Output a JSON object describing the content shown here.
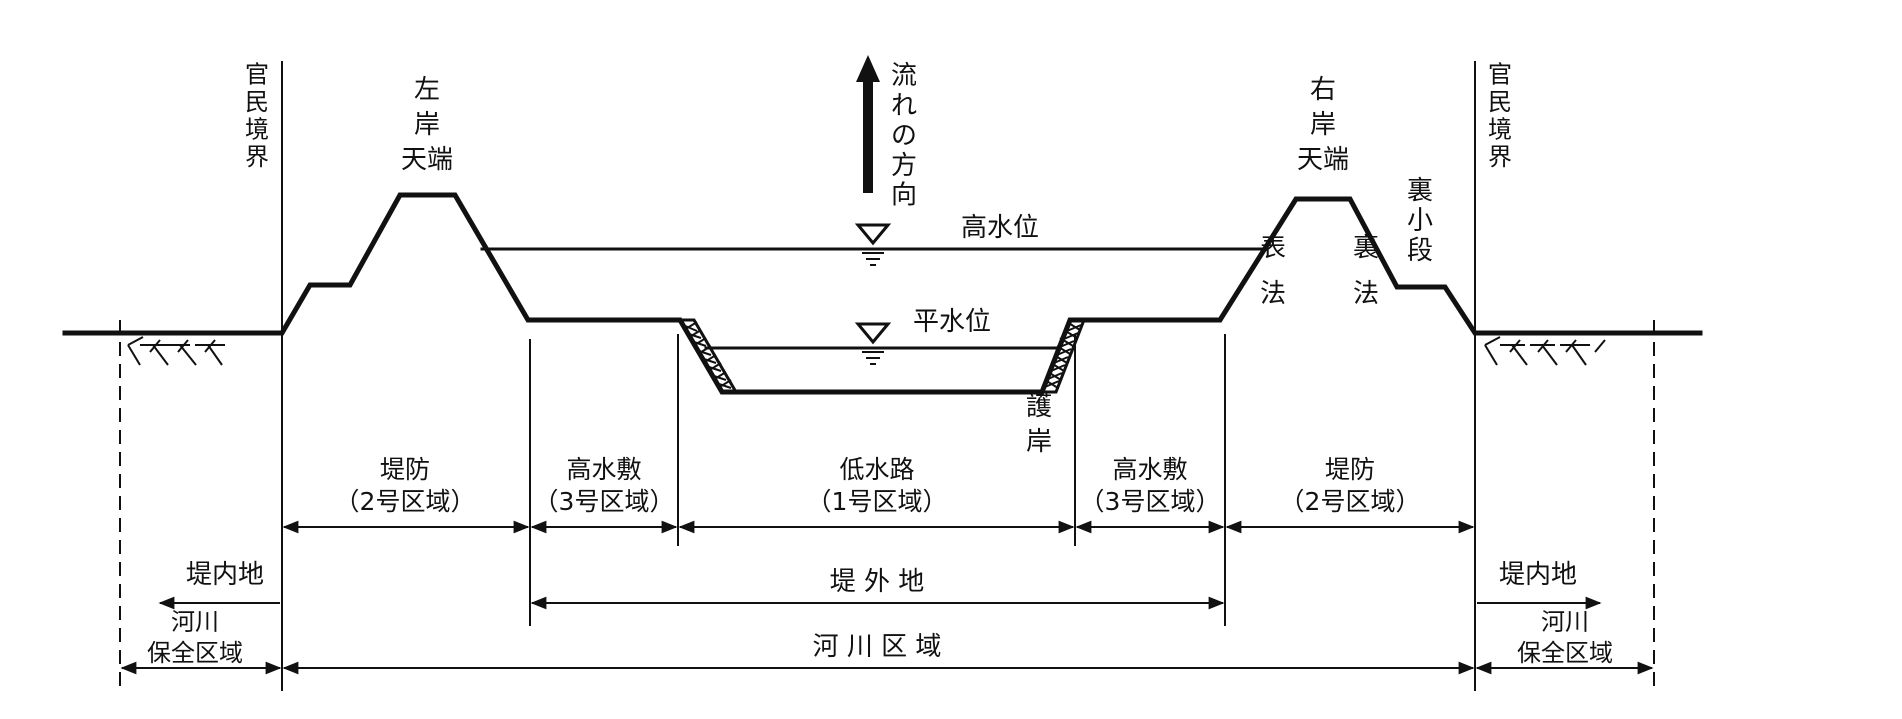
{
  "labels": {
    "boundary_left": "官民境界",
    "boundary_right": "官民境界",
    "left_bank_crown": [
      "左",
      "岸",
      "天端"
    ],
    "right_bank_crown": [
      "右",
      "岸",
      "天端"
    ],
    "flow_direction": "流れの方向",
    "high_water_level": "高水位",
    "normal_water_level": "平水位",
    "front_slope": [
      "表",
      "法"
    ],
    "back_slope": [
      "裏",
      "法"
    ],
    "back_berm": "裏小段",
    "revetment": [
      "護",
      "岸"
    ]
  },
  "zones": {
    "levee_left": [
      "堤防",
      "（2号区域）"
    ],
    "high_flood_channel_left": [
      "高水敷",
      "（3号区域）"
    ],
    "low_water_channel": [
      "低水路",
      "（1号区域）"
    ],
    "high_flood_channel_right": [
      "高水敷",
      "（3号区域）"
    ],
    "levee_right": [
      "堤防",
      "（2号区域）"
    ]
  },
  "areas": {
    "inland_left": "堤内地",
    "inland_right": "堤内地",
    "riverside": "堤 外 地",
    "river_area": "河 川 区 域",
    "conservation_left": [
      "河川",
      "保全区域"
    ],
    "conservation_right": [
      "河川",
      "保全区域"
    ]
  }
}
